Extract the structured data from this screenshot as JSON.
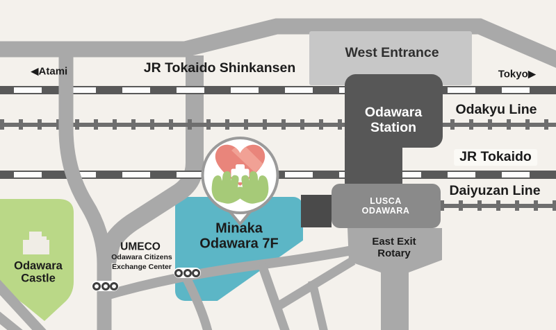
{
  "map": {
    "labels": {
      "atami": "◀Atami",
      "tokyo": "Tokyo▶",
      "shinkansen": "JR Tokaido Shinkansen",
      "west_entrance": "West Entrance",
      "odakyu_line": "Odakyu Line",
      "station_line1": "Odawara",
      "station_line2": "Station",
      "jr_tokaido": "JR Tokaido",
      "daiyuzan_line": "Daiyuzan Line",
      "lusca_line1": "LUSCA",
      "lusca_line2": "ODAWARA",
      "east_exit_line1": "East Exit",
      "east_exit_line2": "Rotary",
      "minaka_line1": "Minaka",
      "minaka_line2": "Odawara 7F",
      "umeco_title": "UMECO",
      "umeco_sub1": "Odawara Citizens",
      "umeco_sub2": "Exchange Center",
      "castle_line1": "Odawara",
      "castle_line2": "Castle"
    },
    "icons": {
      "pin": "heart-in-hands-clinic-pin",
      "castle": "castle-icon",
      "crosswalk": "crosswalk-dots"
    },
    "colors": {
      "background": "#f4f1ec",
      "road": "#a9a9a9",
      "rail_bar": "#595959",
      "rail_dash": "#fdfdfd",
      "rail_tie": "#6e6e6e",
      "station_building": "#575757",
      "west_entrance_box": "#c7c7c7",
      "lusca_box": "#8a8a8a",
      "east_dark_square": "#4a4a4a",
      "minaka_box": "#5cb6c6",
      "castle_green": "#bad887",
      "pin_fill": "#ffffff",
      "pin_border": "#9a9a9a",
      "heart": "#e9857b",
      "heart_shine": "#f3a79c",
      "hands": "#a6ca78",
      "cross": "#ffffff",
      "label_text": "#1b1b1b"
    }
  }
}
